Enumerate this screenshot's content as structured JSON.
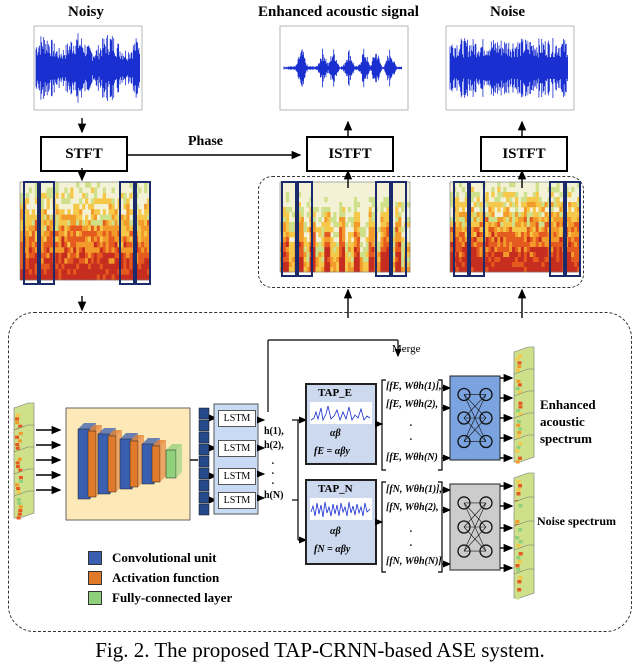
{
  "top": {
    "noisy_title": "Noisy",
    "enhanced_title": "Enhanced acoustic signal",
    "noise_title": "Noise",
    "stft_label": "STFT",
    "istft_label_1": "ISTFT",
    "istft_label_2": "ISTFT",
    "phase_label": "Phase"
  },
  "model": {
    "lstm_labels": [
      "LSTM",
      "LSTM",
      "LSTM",
      "LSTM"
    ],
    "h_labels": [
      "h(1),",
      "h(2),",
      ".",
      ".",
      ".",
      "h(N)"
    ],
    "merge_label": "Merge",
    "tap_e": {
      "name": "TAP_E",
      "ab": "αβ",
      "formula": "fΕ = αβy"
    },
    "tap_n": {
      "name": "TAP_N",
      "ab": "αβ",
      "formula": "fΝ = αβy"
    },
    "enh_features": [
      "[fΕ, Wθh(1)],",
      "[fΕ, Wθh(2),",
      ".",
      ".",
      "[fΕ, Wθh(N)"
    ],
    "noise_features": [
      "[fΝ, Wθh(1)],",
      "[fΝ, Wθh(2),",
      ".",
      ".",
      "[fΝ, Wθh(N)]"
    ],
    "enhanced_output_label": "Enhanced\nacoustic\nspectrum",
    "noise_output_label": "Noise spectrum"
  },
  "legend": [
    {
      "label": "Convolutional unit",
      "color": "#3a5fb0"
    },
    {
      "label": "Activation function",
      "color": "#e07a2a"
    },
    {
      "label": "Fully-connected layer",
      "color": "#8fd07a"
    }
  ],
  "caption": "Fig. 2. The proposed TAP-CRNN-based ASE system."
}
